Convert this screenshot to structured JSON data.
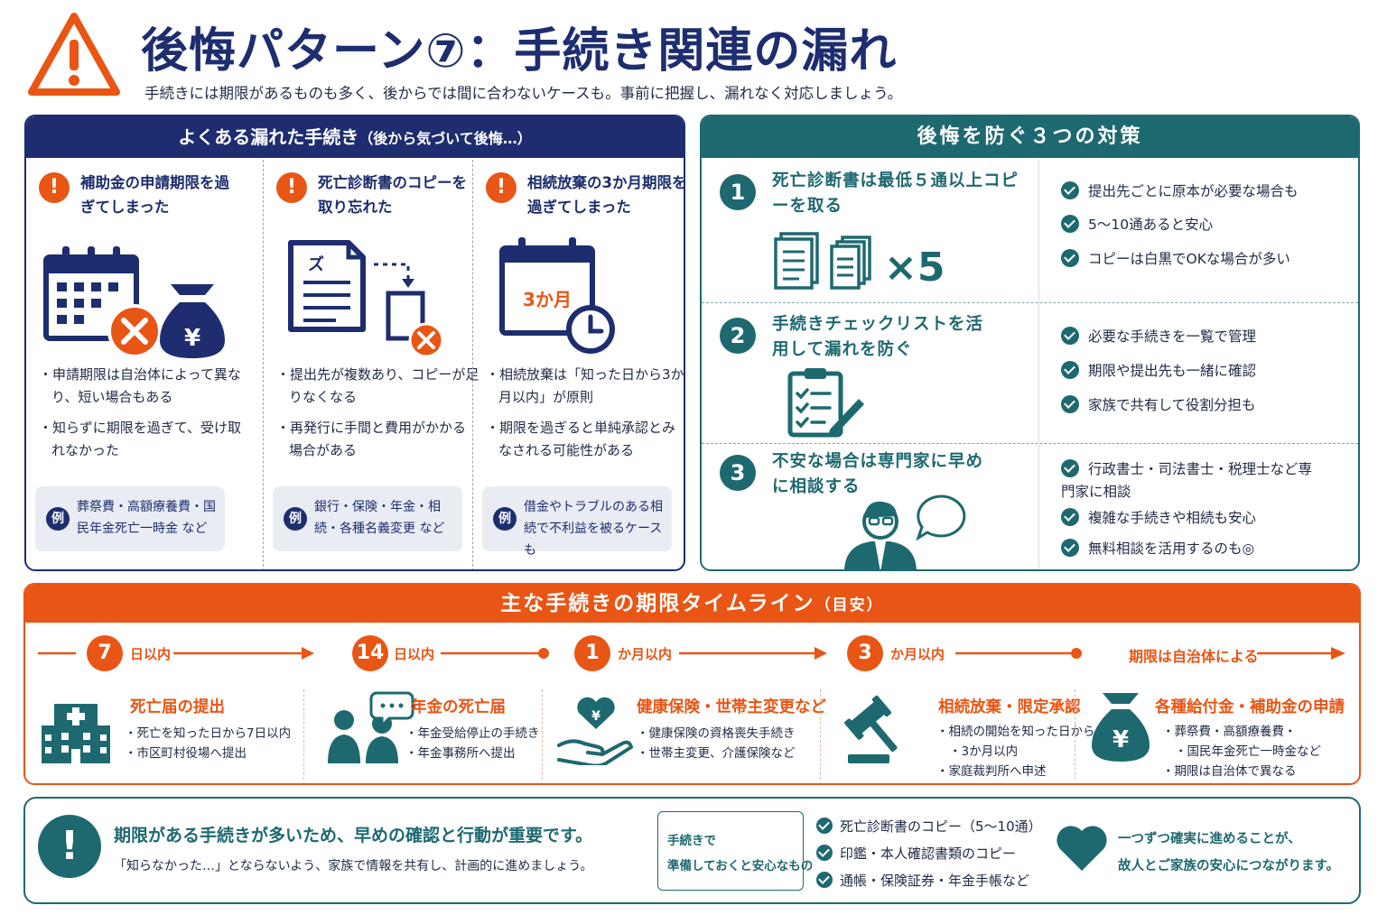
{
  "header": {
    "title": "後悔パターン⑦：手続き関連の漏れ",
    "subtitle": "手続きには期限があるものも多く、後からでは間に合わないケースも。事前に把握し、漏れなく対応しましょう。"
  },
  "left_panel": {
    "heading": "よくある漏れた手続き",
    "heading_note": "（後から気づいて後悔…）",
    "badge": "!",
    "example_label": "例",
    "items": [
      {
        "title": "補助金の申請期限を過ぎてしまった",
        "bullets": [
          "申請期限は自治体によって異なり、短い場合もある",
          "知らずに期限を過ぎて、受け取れなかった"
        ],
        "example": "葬祭費・高額療養費・国民年金死亡一時金 など",
        "illus_text": "¥"
      },
      {
        "title": "死亡診断書のコピーを取り忘れた",
        "bullets": [
          "提出先が複数あり、コピーが足りなくなる",
          "再発行に手間と費用がかかる場合がある"
        ],
        "example": "銀行・保険・年金・相続・各種名義変更 など",
        "illus_text": "ズ"
      },
      {
        "title": "相続放棄の3か月期限を過ぎてしまった",
        "bullets": [
          "相続放棄は「知った日から3か月以内」が原則",
          "期限を過ぎると単純承認とみなされる可能性がある"
        ],
        "example": "借金やトラブルのある相続で不利益を被るケースも",
        "illus_text": "3か月"
      }
    ]
  },
  "right_panel": {
    "heading": "後悔を防ぐ３つの対策",
    "items": [
      {
        "num": "1",
        "title": "死亡診断書は最低５通以上コピーを取る",
        "checks": [
          "提出先ごとに原本が必要な場合も",
          "5〜10通あると安心",
          "コピーは白黒でOKな場合が多い"
        ],
        "illus_text": "×5"
      },
      {
        "num": "2",
        "title": "手続きチェックリストを活用して漏れを防ぐ",
        "checks": [
          "必要な手続きを一覧で管理",
          "期限や提出先も一緒に確認",
          "家族で共有して役割分担も"
        ]
      },
      {
        "num": "3",
        "title": "不安な場合は専門家に早めに相談する",
        "checks": [
          "行政書士・司法書士・税理士など専門家に相談",
          "複雑な手続きや相続も安心",
          "無料相談を活用するのも◎"
        ]
      }
    ]
  },
  "timeline": {
    "heading": "主な手続きの期限タイムライン",
    "heading_note": "（目安）",
    "steps": [
      {
        "num": "7",
        "label": "日以内",
        "title": "死亡届の提出",
        "bullets": [
          "死亡を知った日から7日以内",
          "市区町村役場へ提出"
        ]
      },
      {
        "num": "14",
        "label": "日以内",
        "title": "年金の死亡届",
        "bullets": [
          "年金受給停止の手続き",
          "年金事務所へ提出"
        ]
      },
      {
        "num": "1",
        "label": "か月以内",
        "title": "健康保険・世帯主変更など",
        "bullets": [
          "健康保険の資格喪失手続き",
          "世帯主変更、介護保険など"
        ],
        "illus_text": "¥"
      },
      {
        "num": "3",
        "label": "か月以内",
        "title": "相続放棄・限定承認",
        "bullets": [
          "相続の開始を知った日から",
          "3か月以内",
          "家庭裁判所へ申述"
        ]
      },
      {
        "num": "",
        "label": "期限は自治体による",
        "title": "各種給付金・補助金の申請",
        "bullets": [
          "葬祭費・高額療養費・",
          "国民年金死亡一時金など",
          "期限は自治体で異なる"
        ],
        "illus_text": "¥"
      }
    ]
  },
  "bottom": {
    "mark": "!",
    "headline": "期限がある手続きが多いため、早めの確認と行動が重要です。",
    "sub": "「知らなかった…」とならないよう、家族で情報を共有し、計画的に進めましょう。",
    "box_line1": "手続きで",
    "box_line2": "準備しておくと安心なもの",
    "checks": [
      "死亡診断書のコピー（5〜10通）",
      "印鑑・本人確認書類のコピー",
      "通帳・保険証券・年金手帳など"
    ],
    "closing1": "一つずつ確実に進めることが、",
    "closing2": "故人とご家族の安心につながります。"
  },
  "colors": {
    "navy": "#1d2d6f",
    "teal": "#1e6970",
    "orange": "#e95514"
  }
}
